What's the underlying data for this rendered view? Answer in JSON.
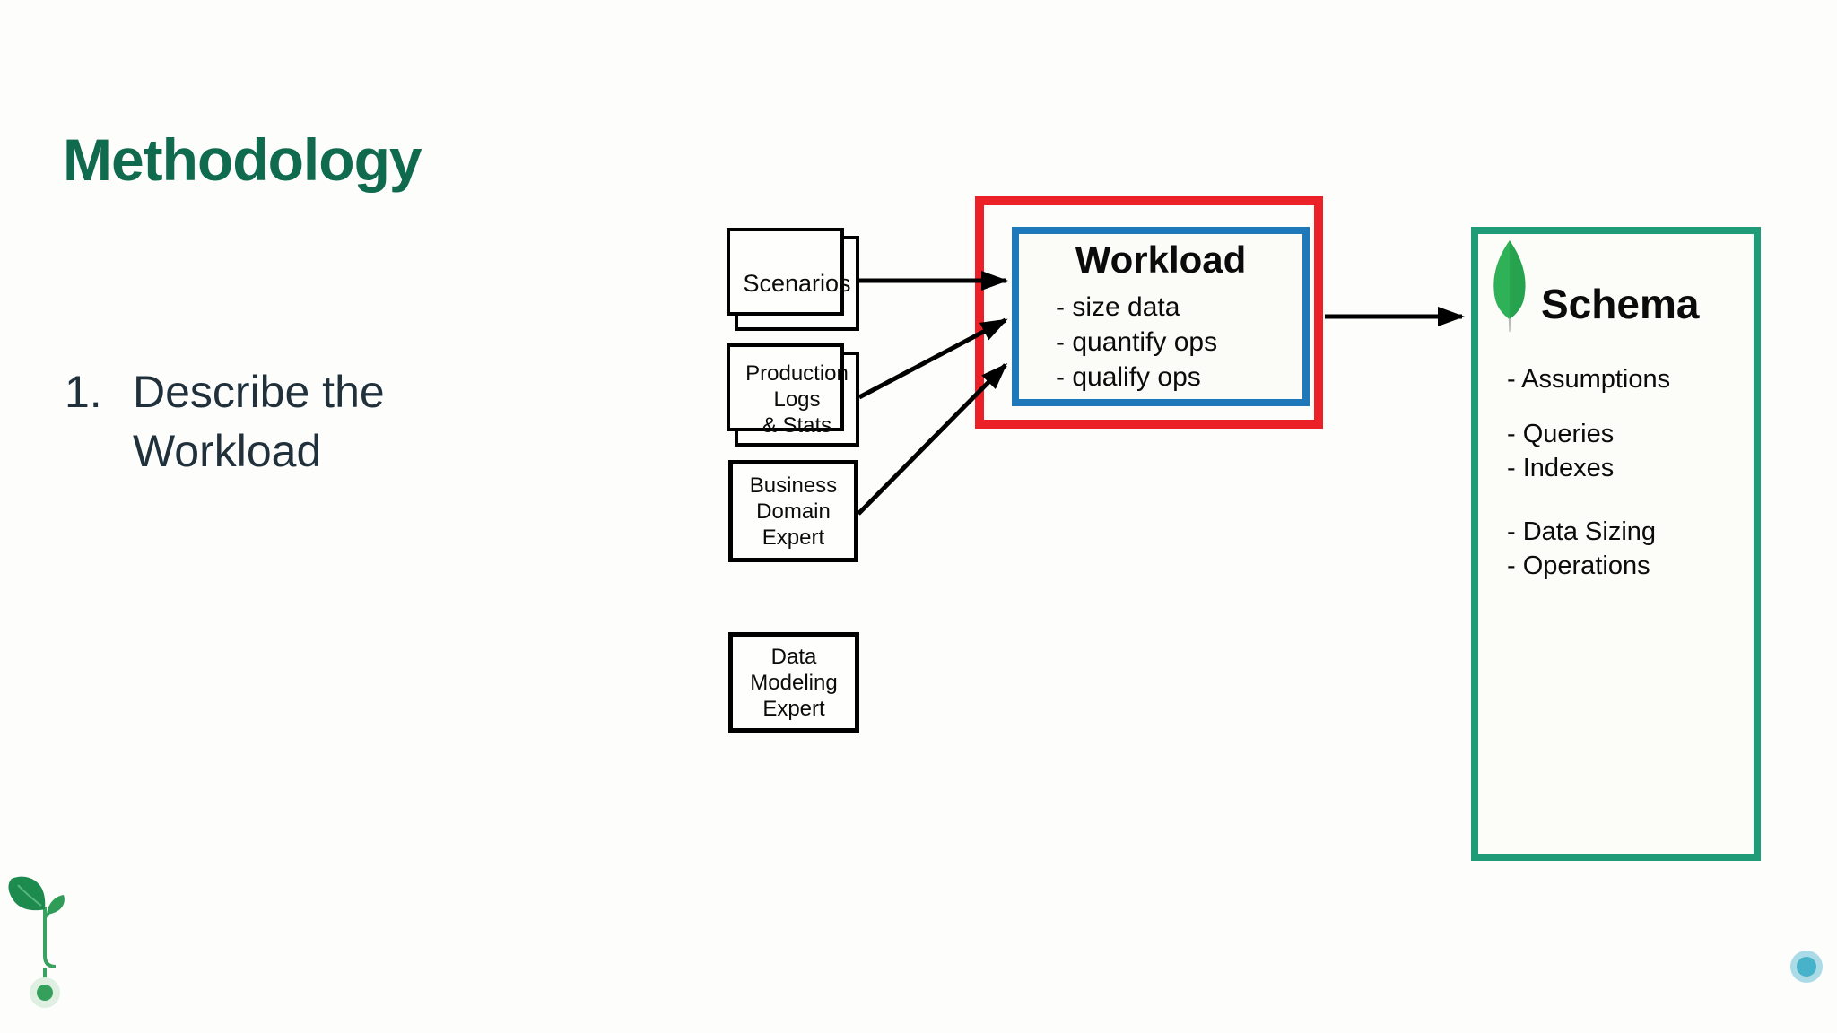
{
  "slide": {
    "title": "Methodology",
    "bullet": {
      "number": "1.",
      "line1": "Describe the",
      "line2": "Workload"
    }
  },
  "diagram": {
    "sources": {
      "scenarios": {
        "line1": "Scenarios"
      },
      "production": {
        "line1": "Production",
        "line2": "Logs",
        "line3": "& Stats"
      },
      "business": {
        "line1": "Business",
        "line2": "Domain",
        "line3": "Expert"
      },
      "datamodeling": {
        "line1": "Data",
        "line2": "Modeling",
        "line3": "Expert"
      }
    },
    "workload": {
      "title": "Workload",
      "item1": "- size data",
      "item2": "- quantify ops",
      "item3": "- qualify ops"
    },
    "schema": {
      "title": "Schema",
      "icon": "mongodb-leaf-icon",
      "item1": "- Assumptions",
      "item2": "- Queries",
      "item3": "- Indexes",
      "item4": "- Data Sizing",
      "item5": "- Operations"
    }
  },
  "colors": {
    "title_green": "#0f6a4e",
    "body_text": "#21313c",
    "diagram_ink": "#000000",
    "highlight_red": "#ec2127",
    "workload_blue": "#1e79ba",
    "schema_teal": "#1f9b78",
    "mongodb_leaf_green": "#27a34f",
    "footer_line_green": "#3aa161",
    "footer_line_blue": "#4ab5c8"
  }
}
